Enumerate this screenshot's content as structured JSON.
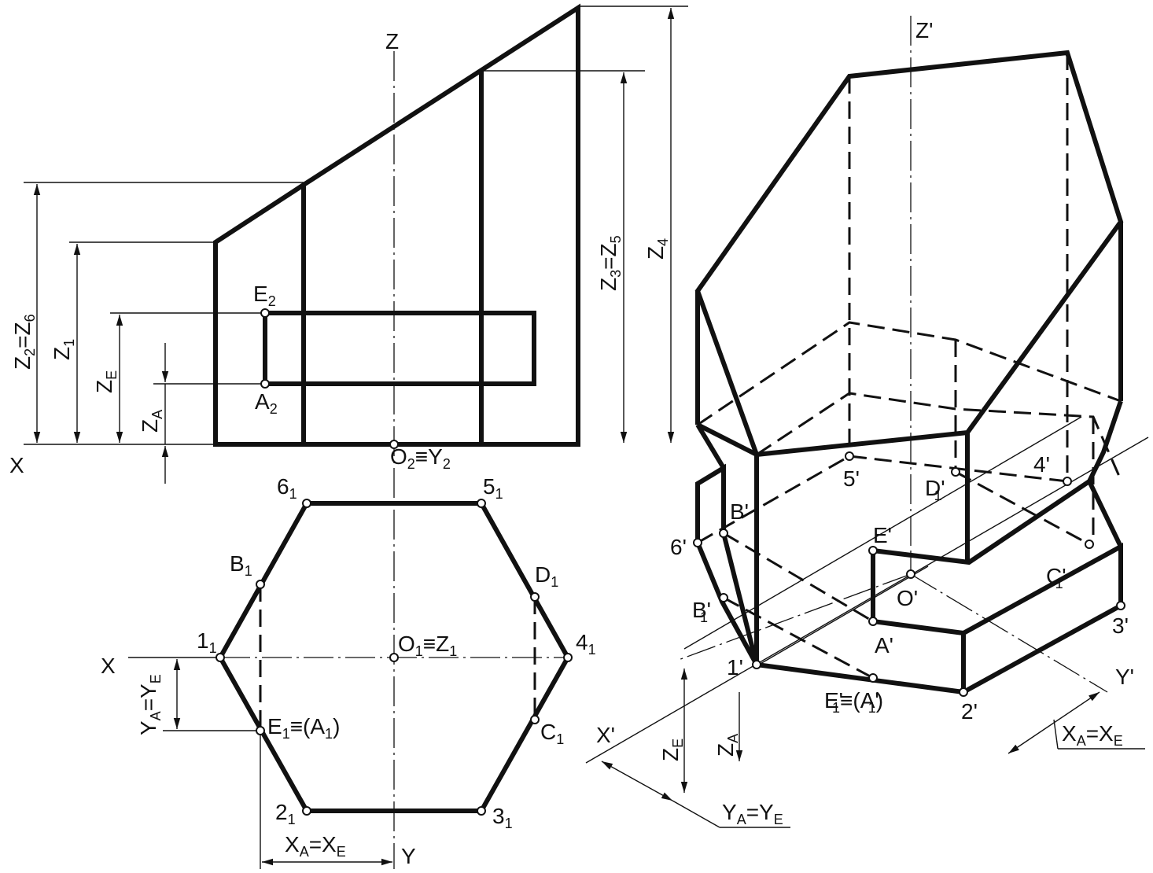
{
  "front_view": {
    "axis_x": "X",
    "axis_z": "Z",
    "origin": {
      "main": "O",
      "sub": "2",
      "eq": "≡Y",
      "sub2": "2"
    },
    "point_e": {
      "main": "E",
      "sub": "2"
    },
    "point_a": {
      "main": "A",
      "sub": "2"
    },
    "dim_z2_z6": {
      "a": "Z",
      "a_sub": "2",
      "eq": "=Z",
      "b_sub": "6"
    },
    "dim_z1": {
      "a": "Z",
      "a_sub": "1"
    },
    "dim_ze": {
      "a": "Z",
      "a_sub": "E"
    },
    "dim_za": {
      "a": "Z",
      "a_sub": "A"
    },
    "dim_z3_z5": {
      "a": "Z",
      "a_sub": "3",
      "eq": "=Z",
      "b_sub": "5"
    },
    "dim_z4": {
      "a": "Z",
      "a_sub": "4"
    }
  },
  "top_view": {
    "axis_x": "X",
    "axis_y": "Y",
    "origin": {
      "main": "O",
      "sub": "1",
      "eq": "≡Z",
      "sub2": "1"
    },
    "vertices": [
      {
        "main": "1",
        "sub": "1"
      },
      {
        "main": "2",
        "sub": "1"
      },
      {
        "main": "3",
        "sub": "1"
      },
      {
        "main": "4",
        "sub": "1"
      },
      {
        "main": "5",
        "sub": "1"
      },
      {
        "main": "6",
        "sub": "1"
      }
    ],
    "point_b": {
      "main": "B",
      "sub": "1"
    },
    "point_d": {
      "main": "D",
      "sub": "1"
    },
    "point_c": {
      "main": "C",
      "sub": "1"
    },
    "point_e_a": {
      "main": "E",
      "sub": "1",
      "eq": "≡(A",
      "sub2": "1",
      "close": ")"
    },
    "dim_ya_ye": {
      "a": "Y",
      "a_sub": "A",
      "eq": "=Y",
      "b_sub": "E"
    },
    "dim_xa_xe": {
      "a": "X",
      "a_sub": "A",
      "eq": "=X",
      "b_sub": "E"
    }
  },
  "iso_view": {
    "axis_z": "Z'",
    "axis_x": "X'",
    "axis_y": "Y'",
    "origin": "O'",
    "v1": "1'",
    "v2": "2'",
    "v3": "3'",
    "v4": "4'",
    "v5": "5'",
    "v6": "6'",
    "point_b": "B'",
    "point_b1": {
      "main": "B'",
      "sub": "1"
    },
    "point_e": "E'",
    "point_a": "A'",
    "point_c1": {
      "main": "C'",
      "sub": "1"
    },
    "point_d1": {
      "main": "D'",
      "sub": "1"
    },
    "point_e1_a1": {
      "main": "E'",
      "sub": "1",
      "eq": "≡(A'",
      "sub2": "1",
      "close": ")"
    },
    "dim_ze": {
      "a": "Z",
      "a_sub": "E"
    },
    "dim_za": {
      "a": "Z",
      "a_sub": "A"
    },
    "dim_ya_ye": {
      "a": "Y",
      "a_sub": "A",
      "eq": "=Y",
      "b_sub": "E"
    },
    "dim_xa_xe": {
      "a": "X",
      "a_sub": "A",
      "eq": "=X",
      "b_sub": "E"
    }
  }
}
